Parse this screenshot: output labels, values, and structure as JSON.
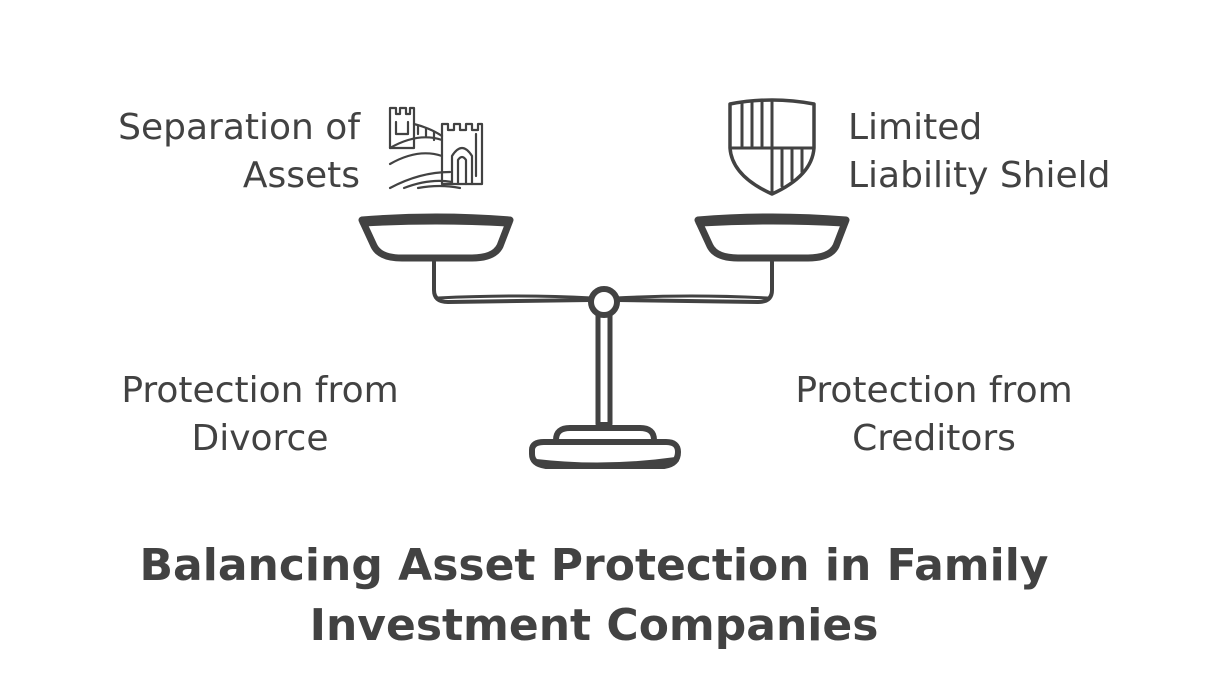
{
  "diagram": {
    "title": [
      "Balancing Asset Protection in Family",
      "Investment Companies"
    ],
    "top_left": {
      "label": [
        "Separation of",
        "Assets"
      ],
      "icon": "castle-wall-icon"
    },
    "top_right": {
      "label": [
        "Limited",
        "Liability Shield"
      ],
      "icon": "shield-icon"
    },
    "bottom_left": {
      "label": [
        "Protection from",
        "Divorce"
      ]
    },
    "bottom_right": {
      "label": [
        "Protection from",
        "Creditors"
      ]
    },
    "center_icon": "balance-scale-icon",
    "colors": {
      "ink": "#424242",
      "background": "#ffffff"
    }
  }
}
